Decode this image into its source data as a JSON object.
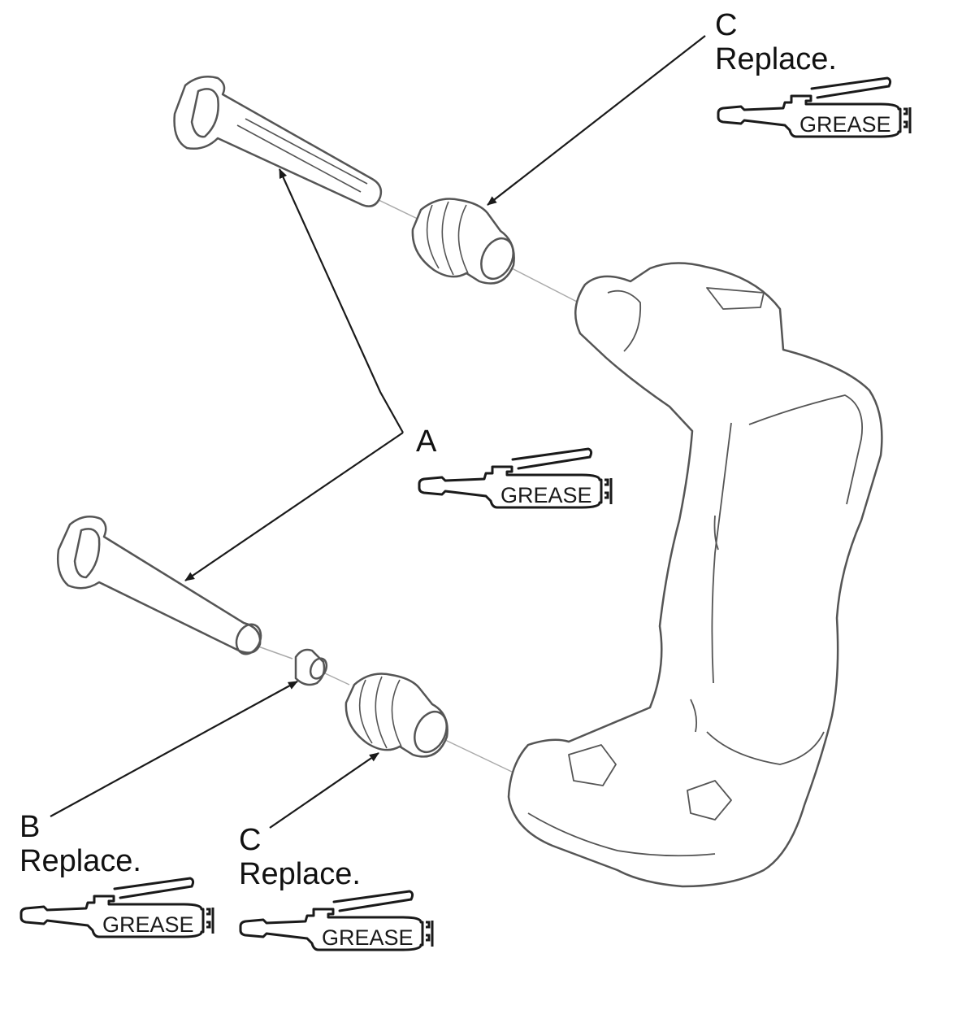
{
  "callouts": {
    "c_top": {
      "letter": "C",
      "note": "Replace.",
      "grease": "GREASE"
    },
    "a": {
      "letter": "A",
      "grease": "GREASE"
    },
    "b": {
      "letter": "B",
      "note": "Replace.",
      "grease": "GREASE"
    },
    "c_bottom": {
      "letter": "C",
      "note": "Replace.",
      "grease": "GREASE"
    }
  },
  "colors": {
    "line": "#1a1a1a",
    "outline": "#555555",
    "background": "#ffffff"
  }
}
